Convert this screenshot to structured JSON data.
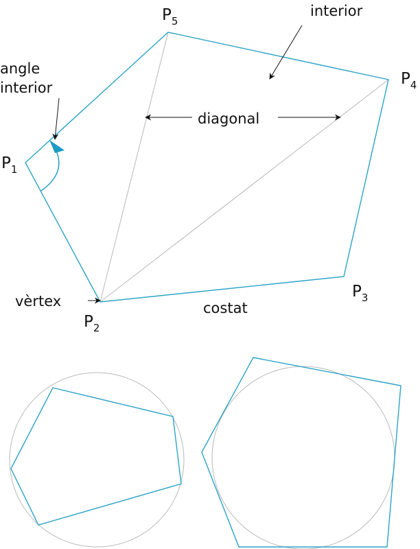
{
  "colors": {
    "polygon": "#2aa3c7",
    "diagonal": "#b8b8b8",
    "circle": "#b8b8b8",
    "arrow": "#111111",
    "angle_arrow": "#1e9bc4",
    "text": "#111111"
  },
  "labels": {
    "angle_interior_line1": "angle",
    "angle_interior_line2": "interior",
    "interior": "interior",
    "diagonal": "diagonal",
    "vertex": "vèrtex",
    "side": "costat"
  },
  "vertices": [
    {
      "letter": "P",
      "index": "1"
    },
    {
      "letter": "P",
      "index": "2"
    },
    {
      "letter": "P",
      "index": "3"
    },
    {
      "letter": "P",
      "index": "4"
    },
    {
      "letter": "P",
      "index": "5"
    }
  ],
  "icons": [
    "arrow-icon",
    "angle-arc-icon"
  ]
}
